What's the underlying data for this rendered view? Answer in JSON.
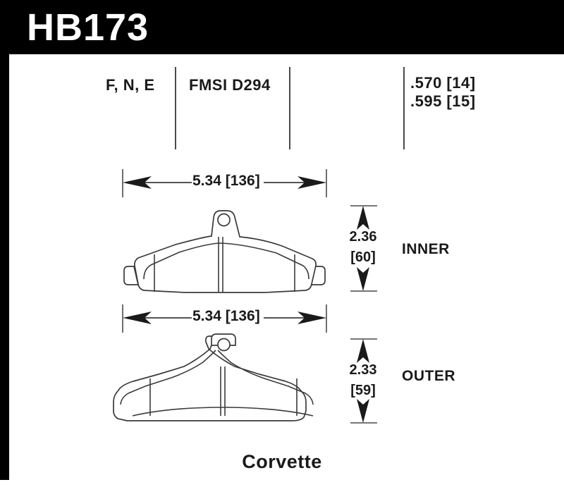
{
  "header": {
    "part_number": "HB173"
  },
  "info_row": {
    "compound_codes": "F, N, E",
    "fmsi_code": "FMSI D294",
    "thickness": {
      "line1": ".570 [14]",
      "line2": ".595 [15]"
    }
  },
  "pads": [
    {
      "position_label": "INNER",
      "width_label": "5.34 [136]",
      "height_in": "2.36",
      "height_mm": "[60]"
    },
    {
      "position_label": "OUTER",
      "width_label": "5.34 [136]",
      "height_in": "2.33",
      "height_mm": "[59]"
    }
  ],
  "footer": {
    "vehicle": "Corvette"
  },
  "colors": {
    "header_background": "#000000",
    "header_text": "#ffffff",
    "body_background": "#ffffff",
    "line": "#1a1a1a",
    "divider": "#4a4a4a"
  }
}
